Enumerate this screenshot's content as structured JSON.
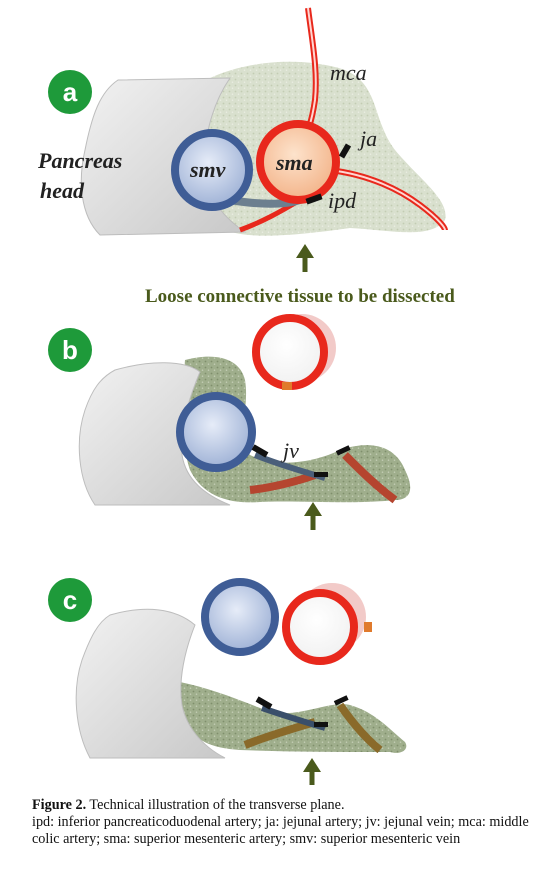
{
  "panels": [
    {
      "label": "a"
    },
    {
      "label": "b"
    },
    {
      "label": "c"
    }
  ],
  "labels": {
    "pancreas_head_line1": "Pancreas",
    "pancreas_head_line2": "head",
    "smv": "smv",
    "sma": "sma",
    "mca": "mca",
    "ja": "ja",
    "ipd": "ipd",
    "jv": "jv",
    "loose_tissue": "Loose connective tissue to be dissected"
  },
  "caption": {
    "title": "Figure 2.",
    "title_rest": " Technical illustration of the transverse plane.",
    "body": "ipd: inferior pancreaticoduodenal artery; ja: jejunal artery; jv: jejunal vein; mca: middle colic artery; sma: superior mesenteric artery; smv: superior mesenteric vein"
  },
  "colors": {
    "panel_badge": "#1e9a3a",
    "artery": "#e8281c",
    "vein": "#3f5d96",
    "tissue": "#aab898",
    "arrow": "#4a5a1c",
    "pancreas": "#d9d9d9"
  }
}
